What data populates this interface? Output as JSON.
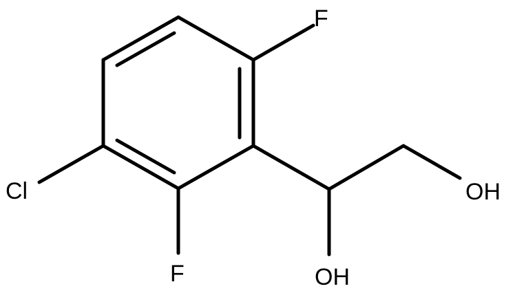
{
  "molecule": {
    "atoms": {
      "f_top": "F",
      "f_bottom": "F",
      "cl": "Cl",
      "oh_right": "OH",
      "oh_bottom": "OH"
    },
    "colors": {
      "bond": "#000000",
      "label": "#000000",
      "background": "#ffffff"
    }
  }
}
